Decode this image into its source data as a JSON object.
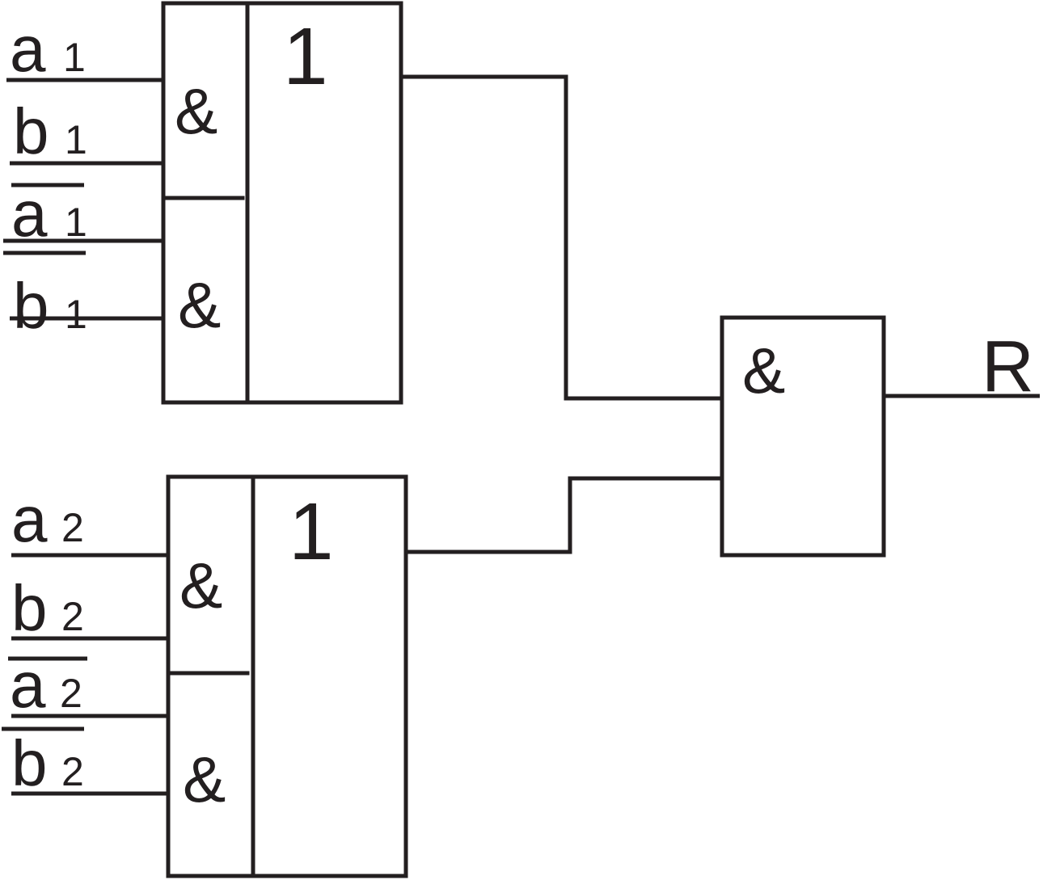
{
  "gate_labels": {
    "and": "&",
    "or": "1"
  },
  "top_block": {
    "inputs": [
      {
        "var": "a",
        "sub": "1",
        "negated": false
      },
      {
        "var": "b",
        "sub": "1",
        "negated": false
      },
      {
        "var": "a",
        "sub": "1",
        "negated": true
      },
      {
        "var": "b",
        "sub": "1",
        "negated": true
      }
    ]
  },
  "bottom_block": {
    "inputs": [
      {
        "var": "a",
        "sub": "2",
        "negated": false
      },
      {
        "var": "b",
        "sub": "2",
        "negated": false
      },
      {
        "var": "a",
        "sub": "2",
        "negated": true
      },
      {
        "var": "b",
        "sub": "2",
        "negated": true
      }
    ]
  },
  "output": {
    "label": "R"
  },
  "colors": {
    "stroke": "#231f20",
    "background": "#ffffff"
  }
}
